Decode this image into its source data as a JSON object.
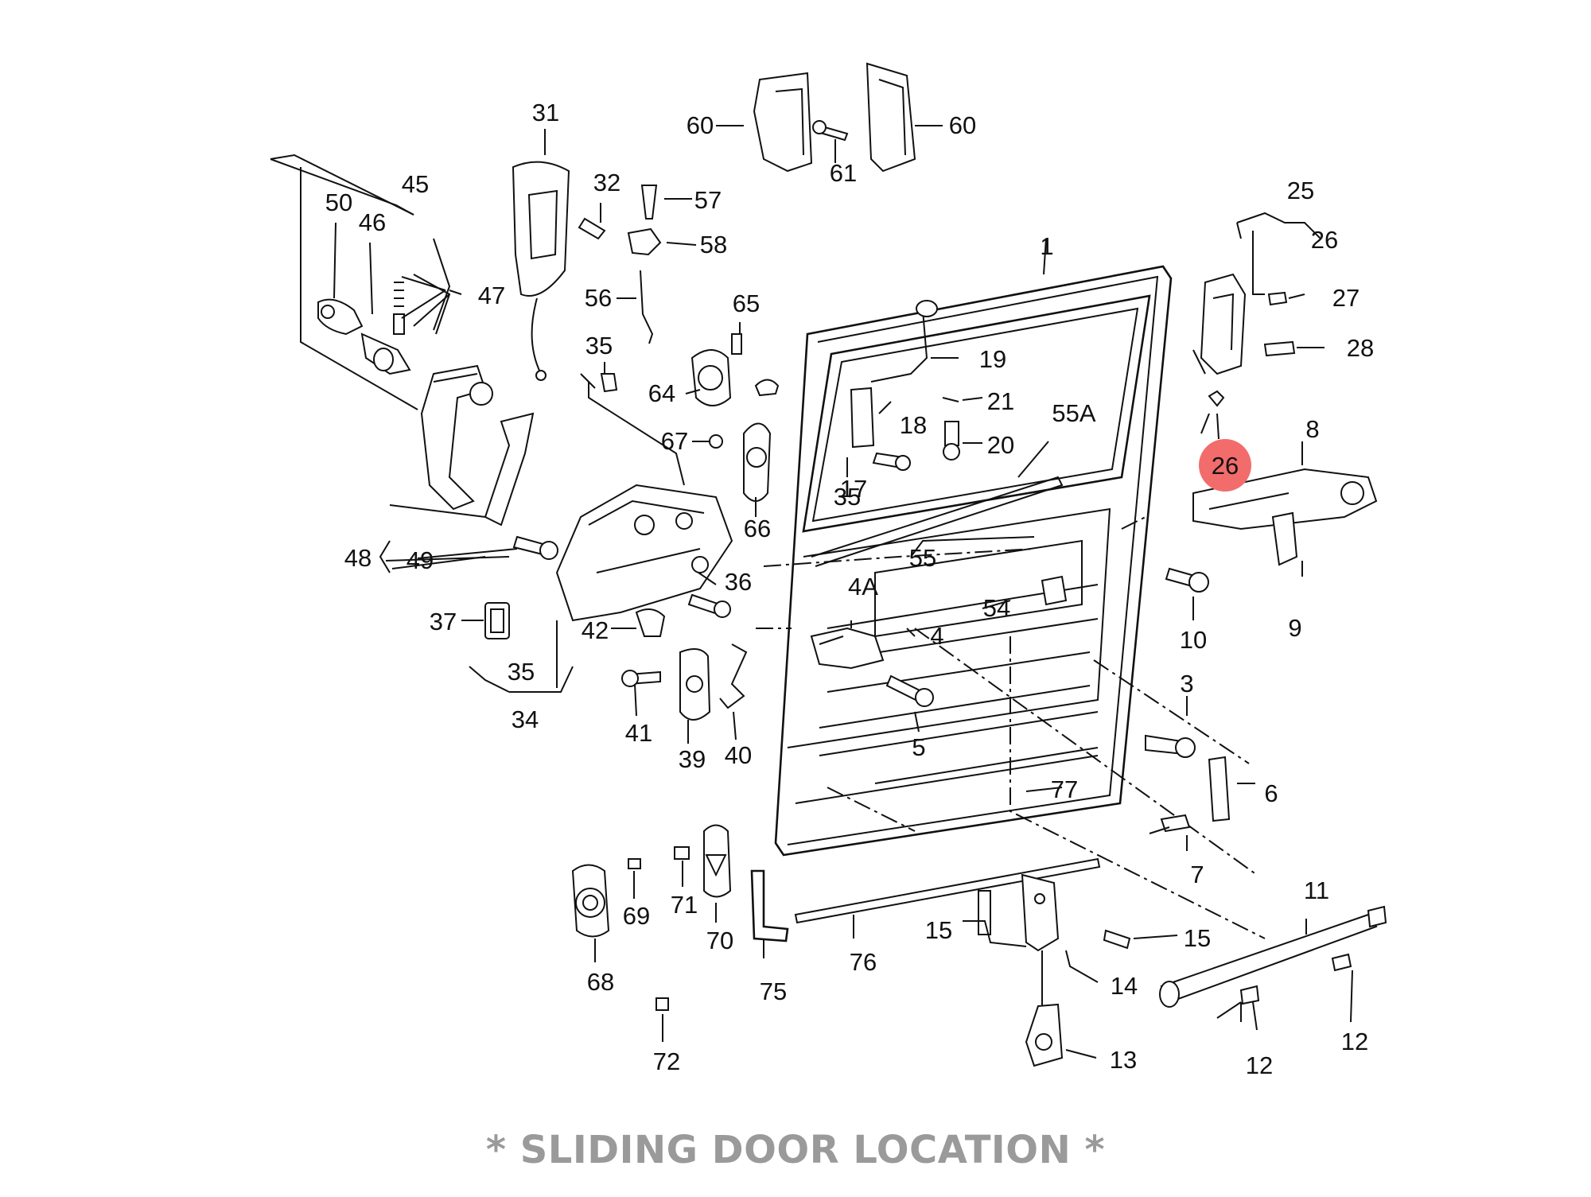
{
  "caption": "* SLIDING DOOR LOCATION *",
  "highlight": {
    "callout": "26",
    "color": "#f26c6c"
  },
  "callouts": [
    "1",
    "3",
    "4",
    "4A",
    "5",
    "6",
    "7",
    "8",
    "9",
    "10",
    "11",
    "12",
    "12",
    "13",
    "14",
    "15",
    "15",
    "17",
    "18",
    "19",
    "20",
    "21",
    "25",
    "26",
    "26",
    "27",
    "28",
    "31",
    "32",
    "34",
    "35",
    "35",
    "35",
    "36",
    "37",
    "39",
    "40",
    "41",
    "42",
    "45",
    "46",
    "47",
    "48",
    "49",
    "50",
    "54",
    "55",
    "55A",
    "56",
    "57",
    "58",
    "60",
    "60",
    "61",
    "64",
    "65",
    "66",
    "67",
    "68",
    "69",
    "70",
    "71",
    "72",
    "75",
    "76",
    "77"
  ]
}
